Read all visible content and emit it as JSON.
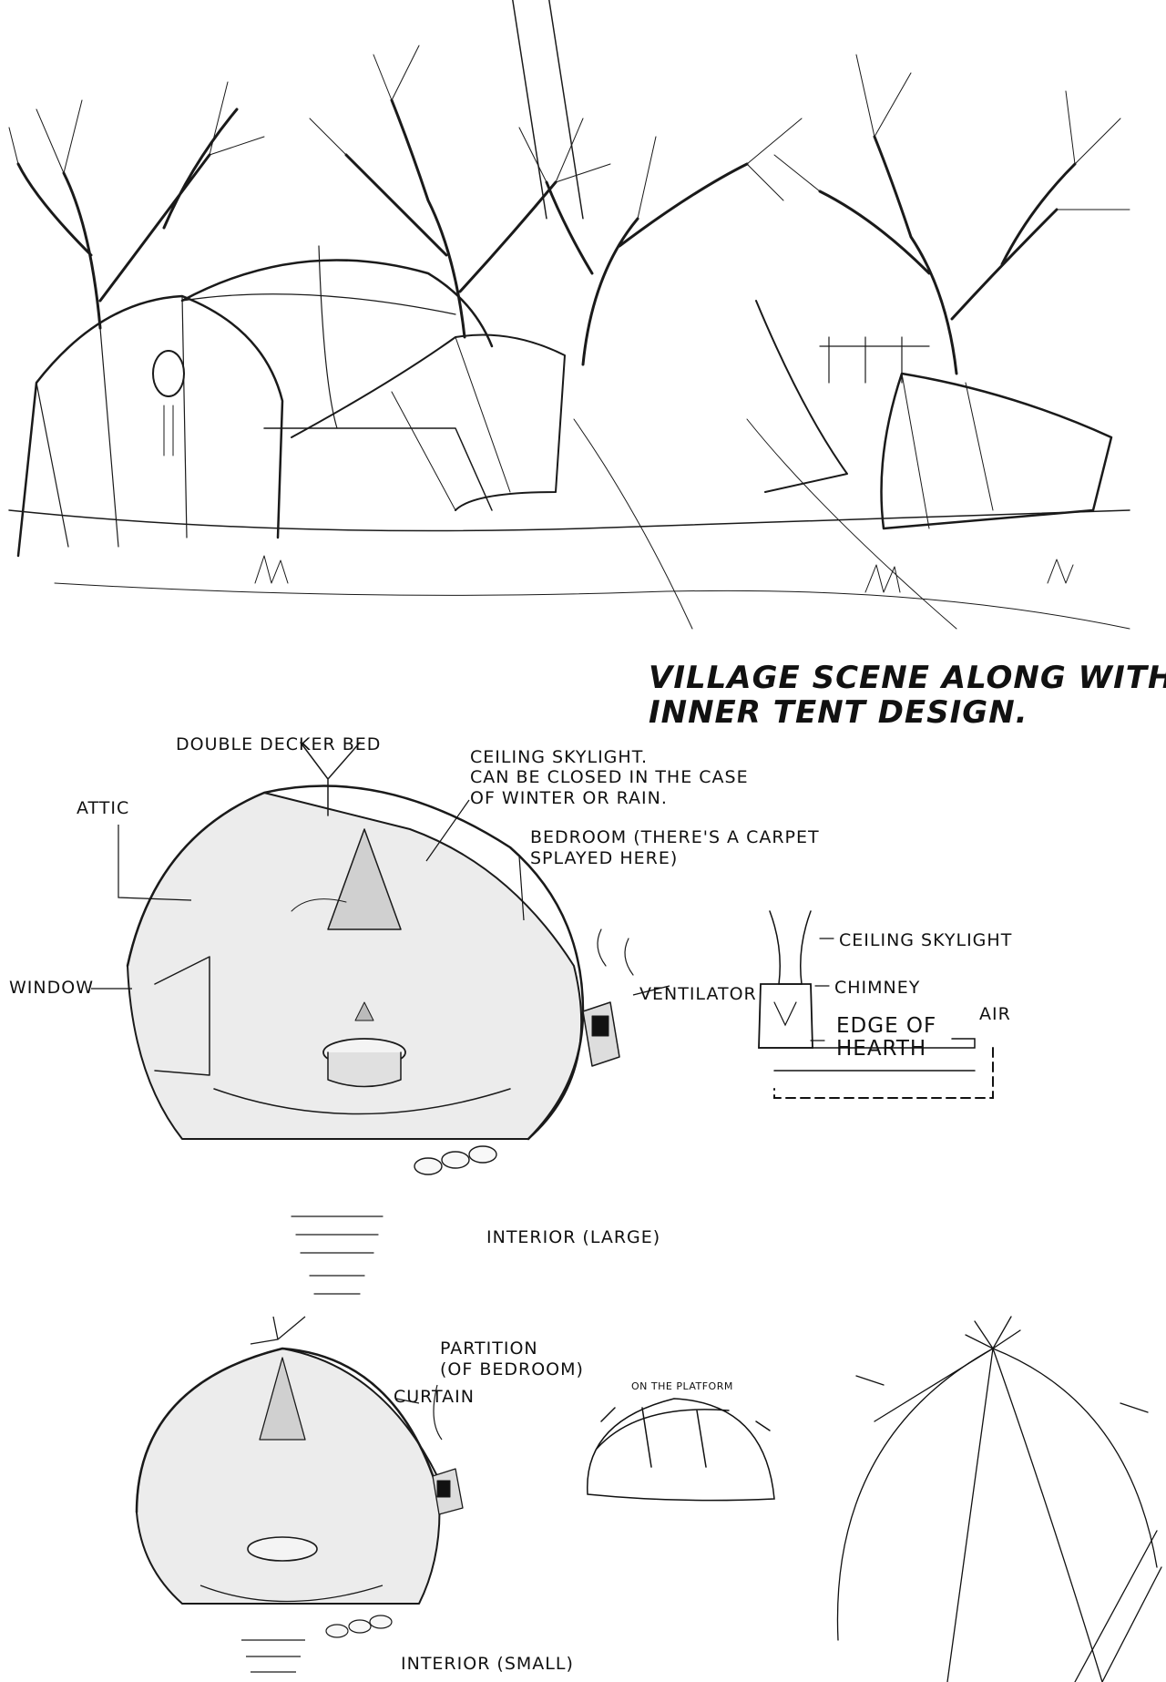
{
  "title": {
    "line1": "VILLAGE SCENE ALONG WITH",
    "line2": "INNER TENT DESIGN."
  },
  "labels": {
    "double_decker_bed": "DOUBLE DECKER BED",
    "ceiling_skylight_note_1": "CEILING SKYLIGHT.",
    "ceiling_skylight_note_2": "CAN BE CLOSED IN THE CASE",
    "ceiling_skylight_note_3": "OF WINTER OR RAIN.",
    "attic": "ATTIC",
    "bedroom_1": "BEDROOM (THERE'S A CARPET",
    "bedroom_2": "SPLAYED HERE)",
    "window": "WINDOW",
    "ventilator": "VENTILATOR",
    "interior_large": "INTERIOR (LARGE)",
    "interior_small": "INTERIOR (SMALL)",
    "partition_1": "PARTITION",
    "partition_2": "(OF BEDROOM)",
    "curtain": "CURTAIN",
    "on_the_platform": "ON THE PLATFORM"
  },
  "chimney_diagram": {
    "ceiling_skylight": "CEILING SKYLIGHT",
    "chimney": "CHIMNEY",
    "edge_1": "EDGE OF",
    "edge_2": "HEARTH",
    "air": "AIR"
  }
}
